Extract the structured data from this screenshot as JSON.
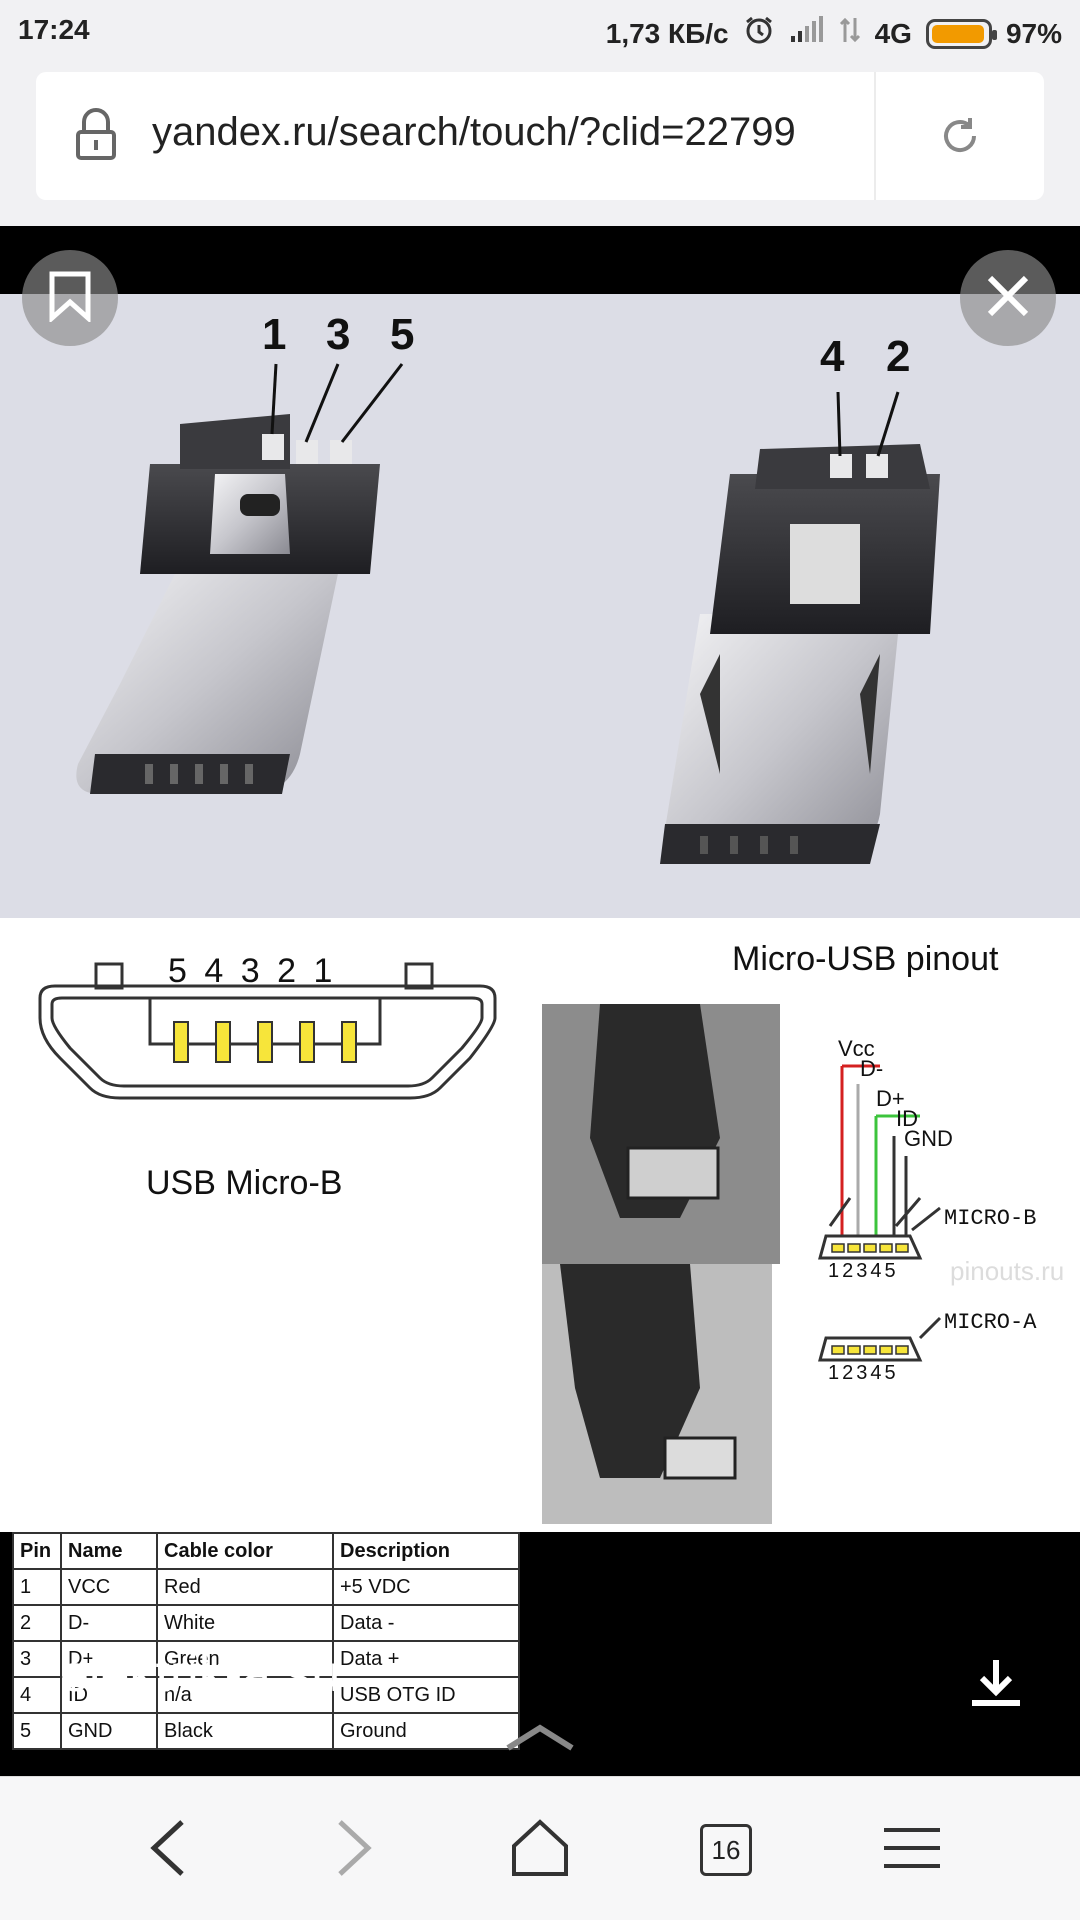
{
  "status_bar": {
    "time": "17:24",
    "net_speed": "1,73 КБ/с",
    "network": "4G",
    "battery": "97%",
    "battery_level": 0.97
  },
  "address_bar": {
    "url": "yandex.ru/search/touch/?clid=22799"
  },
  "image": {
    "photo_pins_left": [
      "1",
      "3",
      "5"
    ],
    "photo_pins_right": [
      "4",
      "2"
    ],
    "connector_pin_numbers": [
      "5",
      "4",
      "3",
      "2",
      "1"
    ],
    "micro_b_label": "USB Micro-B",
    "pinout_title": "Micro-USB pinout",
    "wire_labels": [
      "Vcc",
      "D-",
      "D+",
      "ID",
      "GND"
    ],
    "micro_b_name": "MICRO-B",
    "micro_a_name": "MICRO-A",
    "pin_seq": "12345",
    "watermark": "pinouts.ru",
    "table": {
      "headers": [
        "Pin",
        "Name",
        "Cable color",
        "Description"
      ],
      "rows": [
        [
          "1",
          "VCC",
          "Red",
          "+5 VDC"
        ],
        [
          "2",
          "D-",
          "White",
          "Data -"
        ],
        [
          "3",
          "D+",
          "Green",
          "Data +"
        ],
        [
          "4",
          "ID",
          "n/a",
          "USB OTG ID"
        ],
        [
          "5",
          "GND",
          "Black",
          "Ground"
        ]
      ]
    }
  },
  "viewer": {
    "source": "elektrik-a.su"
  },
  "bottom_nav": {
    "tab_count": "16"
  },
  "icons": [
    "lock-icon",
    "reload-icon",
    "bookmark-icon",
    "close-icon",
    "download-icon",
    "chevron-up-icon",
    "back-icon",
    "forward-icon",
    "home-icon",
    "menu-icon",
    "alarm-icon",
    "signal-icon"
  ]
}
